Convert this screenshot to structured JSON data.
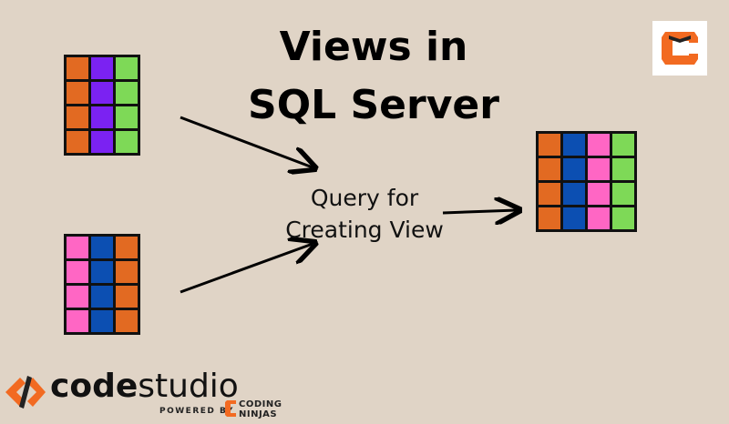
{
  "title": {
    "line1": "Views in",
    "line2": "SQL Server"
  },
  "query_label": {
    "line1": "Query for",
    "line2": "Creating View"
  },
  "colors": {
    "background": "#e0d4c6",
    "orange": "#e26a22",
    "purple": "#7b22f2",
    "green": "#7ed957",
    "pink": "#ff66c4",
    "blue": "#0c4fb2",
    "brand_orange": "#f26a21"
  },
  "tables": {
    "top_left": {
      "columns": [
        "orange",
        "purple",
        "green"
      ],
      "rows": 4
    },
    "bottom_left": {
      "columns": [
        "pink",
        "blue",
        "orange"
      ],
      "rows": 4
    },
    "result": {
      "columns": [
        "orange",
        "blue",
        "pink",
        "green"
      ],
      "rows": 4
    }
  },
  "footer": {
    "brand_code": "code",
    "brand_studio": "studio",
    "powered_by": "POWERED BY",
    "partner_line1": "CODING",
    "partner_line2": "NINJAS"
  },
  "icons": {
    "top_right": "coding-ninjas-logo-icon",
    "footer": "code-studio-logo-icon"
  }
}
